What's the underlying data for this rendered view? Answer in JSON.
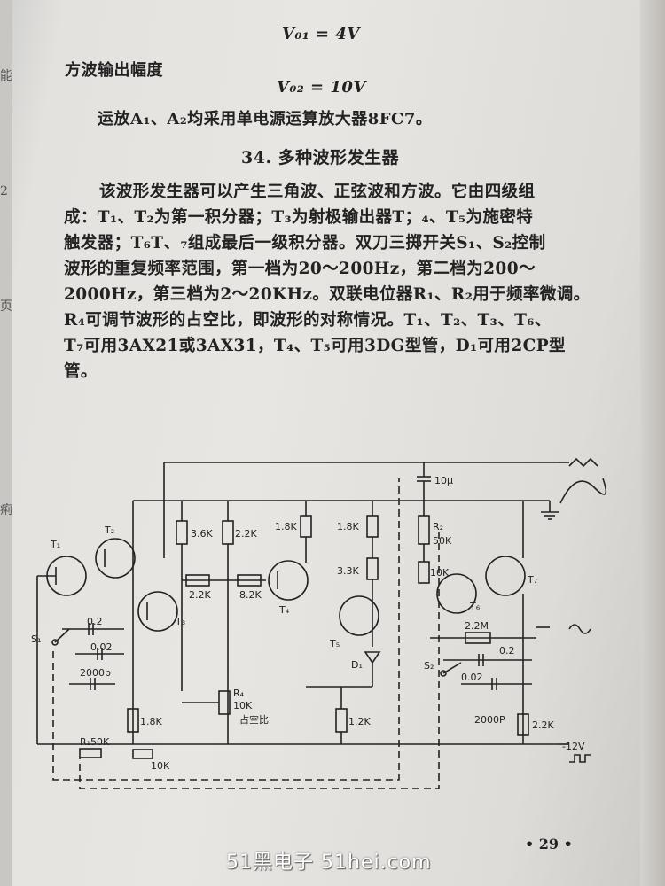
{
  "equations": {
    "vo1": "V₀₁ = 4V",
    "square_label": "方波输出幅度",
    "vo2": "V₀₂ = 10V",
    "opamp_note": "运放A₁、A₂均采用单电源运算放大器8FC7。"
  },
  "section": {
    "title": "34. 多种波形发生器",
    "paragraph": [
      "该波形发生器可以产生三角波、正弦波和方波。它由四级组",
      "成：T₁、T₂为第一积分器；T₃为射极输出器T；₄、T₅为施密特",
      "触发器；T₆T、₇组成最后一级积分器。双刀三掷开关S₁、S₂控制",
      "波形的重复频率范围，第一档为20～200Hz，第二档为200～",
      "2000Hz，第三档为2～20KHz。双联电位器R₁、R₂用于频率微调。",
      "R₄可调节波形的占空比，即波形的对称情况。T₁、T₂、T₃、T₆、",
      "T₇可用3AX21或3AX31，T₄、T₅可用3DG型管，D₁可用2CP型",
      "管。"
    ]
  },
  "circuit": {
    "labels": {
      "t1": "T₁",
      "t2": "T₂",
      "t3": "T₃",
      "t4": "T₄",
      "t5": "T₅",
      "t6": "T₆",
      "t7": "T₇",
      "s1": "S₁",
      "s2": "S₂",
      "d1": "D₁",
      "c_0_2_a": "0.2",
      "c_0_02_a": "0.02",
      "c_2000p_a": "2000p",
      "c_0_2_b": "0.2",
      "c_0_02_b": "0.02",
      "c_2000p_b": "2000P",
      "r_3_6k": "3.6K",
      "r_2_2k_a": "2.2K",
      "r_2_2k_b": "2.2K",
      "r_8_2k": "8.2K",
      "r_1_8k_a": "1.8K",
      "r_1_8k_b": "1.8K",
      "r_3_3k": "3.3K",
      "r_1_8k_c": "1.8K",
      "r_1_2k": "1.2K",
      "r4": "R₄",
      "r4_val": "10K",
      "r4_note": "占空比",
      "r1": "R₁50K",
      "r_10k_bot": "10K",
      "r2": "R₂",
      "r2_val": "50K",
      "r_10k_right": "10K",
      "r_2_2m": "2.2M",
      "r_2_2k_c": "2.2K",
      "cap_10u": "10μ",
      "minus_12v": "-12V"
    }
  },
  "page_number": "• 29 •",
  "watermark": "51黑电子  51hei.com",
  "edge_chars": [
    "能",
    "2",
    "页",
    "痢"
  ]
}
